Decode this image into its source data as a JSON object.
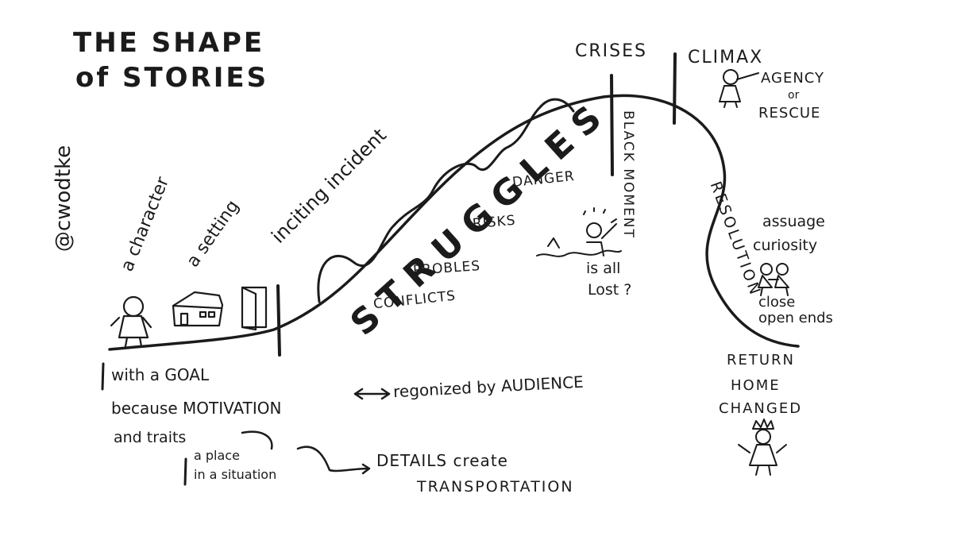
{
  "title": {
    "line1": "THE SHAPE",
    "line2": "of STORIES"
  },
  "author": "@cwodtke",
  "stages": {
    "character": "a character",
    "setting": "a setting",
    "inciting": "inciting incident",
    "struggles": "STRUGGLES",
    "crises": "CRISES",
    "climax": "CLIMAX",
    "black_moment": "BLACK MOMENT",
    "resolution": "RESOLUTION"
  },
  "struggle_notes": {
    "danger": "DANGER",
    "risks": "RISKS",
    "probles": "PROBLES",
    "conflicts": "CONFLICTS"
  },
  "black_moment_note": {
    "line1": "is all",
    "line2": "Lost ?"
  },
  "climax_note": {
    "line1": "AGENCY",
    "line2": "or",
    "line3": "RESCUE"
  },
  "resolution_notes": {
    "assuage1": "assuage",
    "assuage2": "curiosity",
    "close1": "close",
    "close2": "open ends",
    "return1": "RETURN",
    "return2": "HOME",
    "return3": "CHANGED"
  },
  "bottom_notes": {
    "goal": "with a GOAL",
    "motivation": "because MOTIVATION",
    "recognized": "regonized by AUDIENCE",
    "traits": "and traits",
    "place1": "a place",
    "place2": "in a situation",
    "details1": "DETAILS create",
    "details2": "TRANSPORTATION"
  },
  "colors": {
    "ink": "#1b1b1b",
    "paper": "#ffffff"
  }
}
